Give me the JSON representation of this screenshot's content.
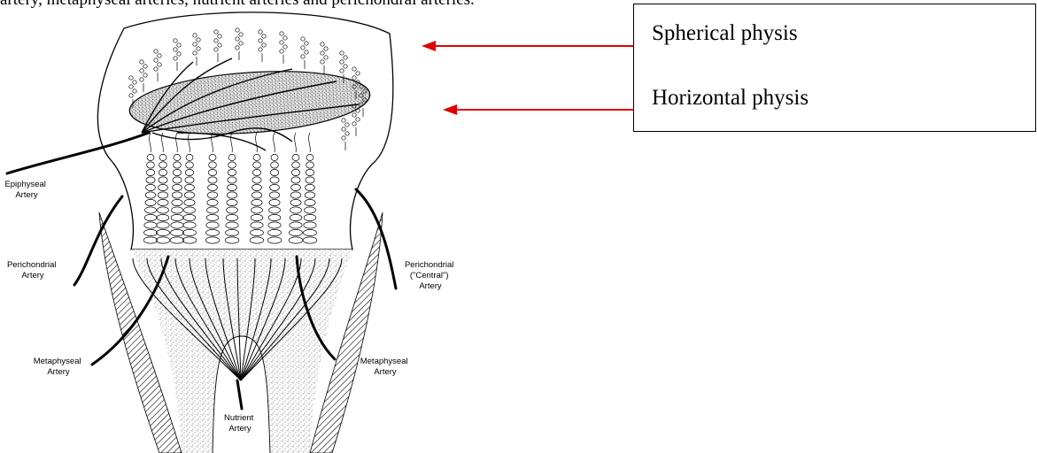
{
  "caption": {
    "text": "artery, metaphyseal arteries, nutrient arteries and perichondral arteries."
  },
  "legend_box": {
    "labels": [
      "Spherical physis",
      "Horizontal physis"
    ]
  },
  "diagram": {
    "labels": {
      "epiphyseal": [
        "Epiphyseal",
        "Artery"
      ],
      "perichondrial_left": [
        "Perichondrial",
        "Artery"
      ],
      "perichondrial_right": [
        "Perichondrial",
        "(\"Central\")",
        "Artery"
      ],
      "metaphyseal_left": [
        "Metaphyseal",
        "Artery"
      ],
      "metaphyseal_right": [
        "Metaphyseal",
        "Artery"
      ],
      "nutrient": [
        "Nutrient",
        "Artery"
      ]
    },
    "arrow_color": "#e00000"
  }
}
